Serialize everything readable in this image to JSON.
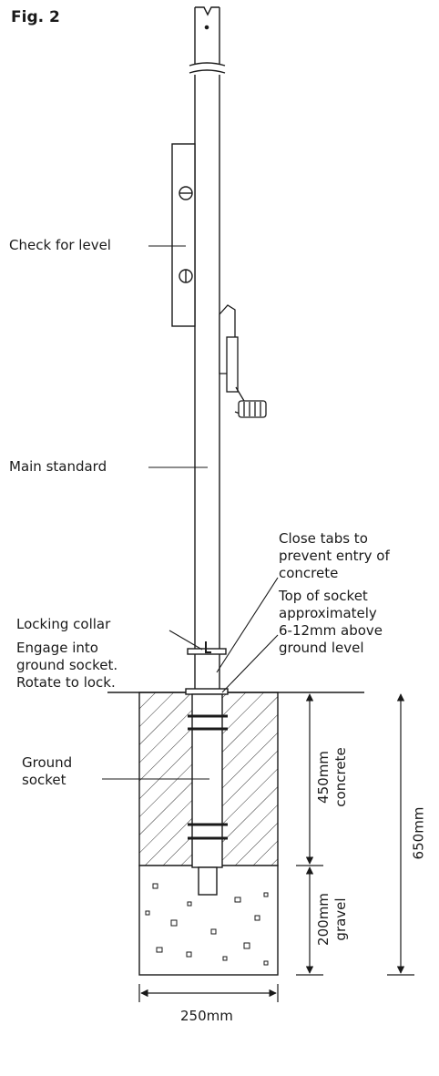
{
  "figure": {
    "label": "Fig. 2"
  },
  "labels": {
    "check_level": "Check for level",
    "main_standard": "Main standard",
    "close_tabs": [
      "Close tabs to",
      "prevent entry of",
      "concrete"
    ],
    "top_socket": [
      "Top of socket",
      "approximately",
      "6-12mm above",
      "ground level"
    ],
    "locking_collar": "Locking collar",
    "engage": [
      "Engage into",
      "ground socket.",
      "Rotate to lock."
    ],
    "ground_socket": [
      "Ground",
      "socket"
    ]
  },
  "dimensions": {
    "concrete": [
      "450mm",
      "concrete"
    ],
    "gravel": [
      "200mm",
      "gravel"
    ],
    "total": "650mm",
    "width": "250mm"
  },
  "colors": {
    "line": "#1a1a1a",
    "background": "#ffffff"
  }
}
